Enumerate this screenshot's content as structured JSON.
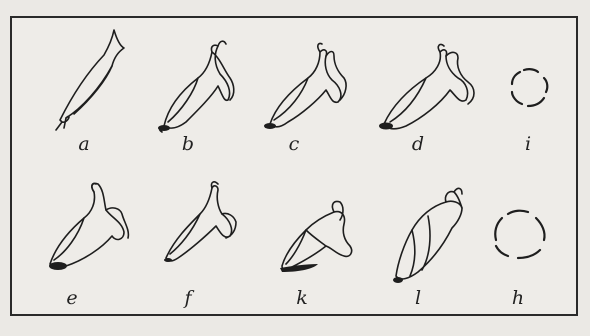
{
  "figure": {
    "labels": {
      "a": "a",
      "b": "b",
      "c": "c",
      "d": "d",
      "i": "i",
      "e": "e",
      "f": "f",
      "k": "k",
      "l": "l",
      "h": "h"
    },
    "colors": {
      "ink": "#1e1e1e",
      "background": "#eeece8",
      "border": "#2a2a2a"
    }
  }
}
